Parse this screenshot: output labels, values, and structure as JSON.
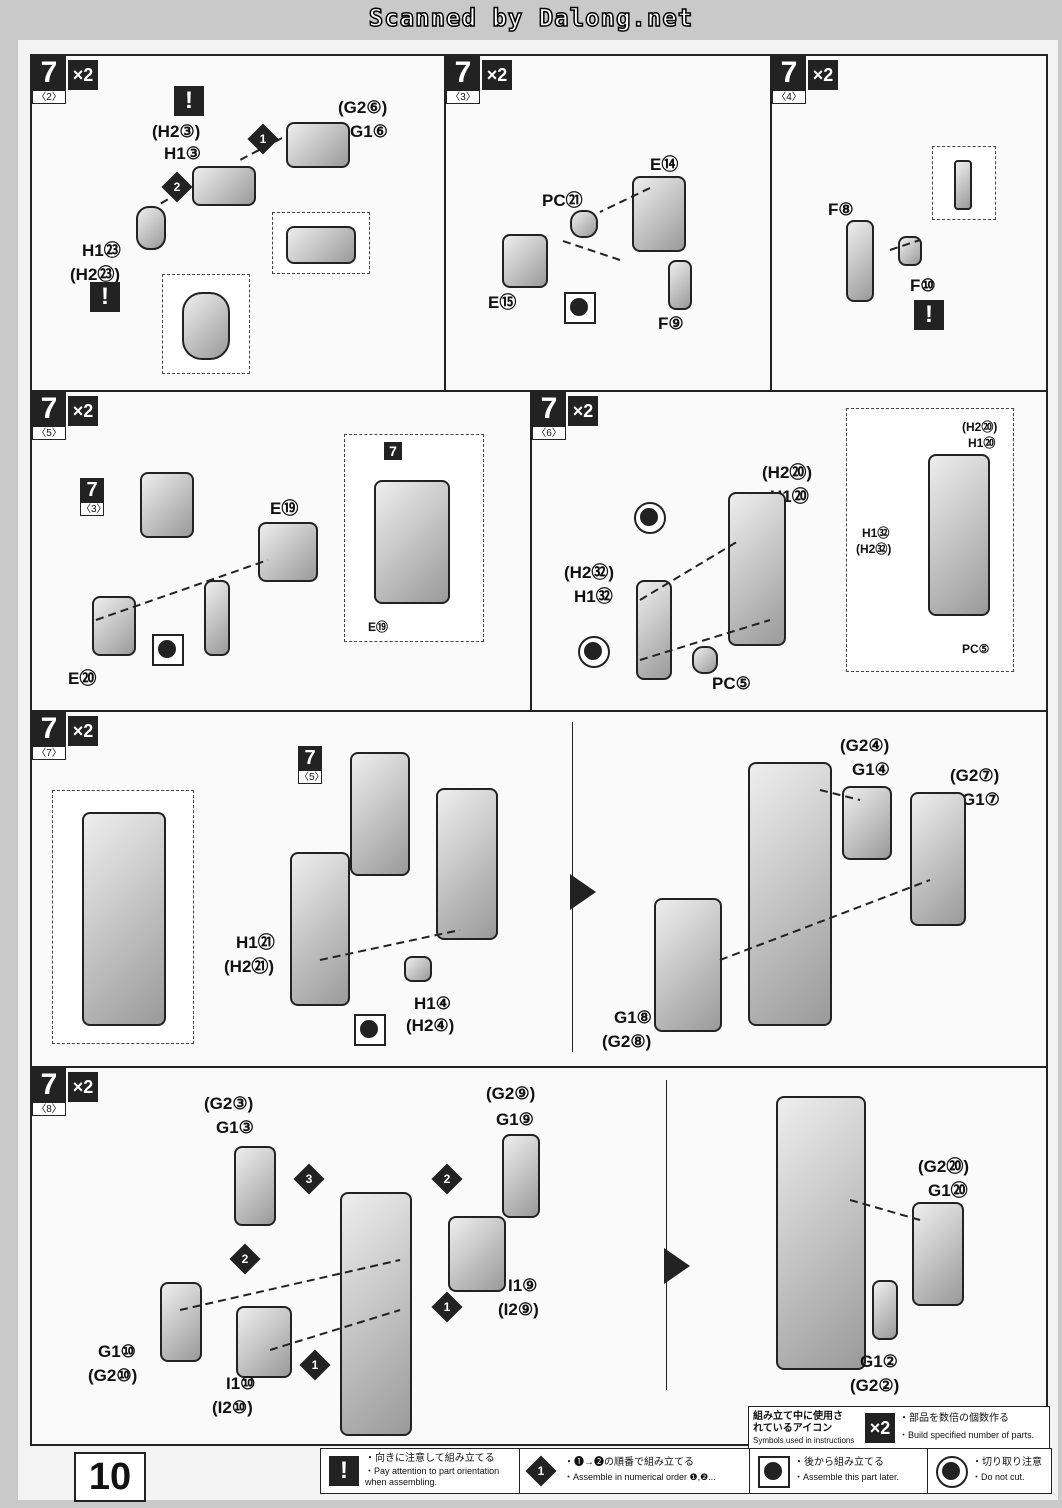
{
  "watermark": "Scanned by Dalong.net",
  "page_number": "10",
  "panels": {
    "p2": {
      "step": "7",
      "sub": "〈2〉",
      "mult": "×2",
      "labels": [
        "(G2⑥)",
        "G1⑥",
        "(H2③)",
        "H1③",
        "H1㉓",
        "(H2㉓)"
      ]
    },
    "p3": {
      "step": "7",
      "sub": "〈3〉",
      "mult": "×2",
      "labels": [
        "E⑭",
        "PC㉑",
        "E⑮",
        "F⑨"
      ]
    },
    "p4": {
      "step": "7",
      "sub": "〈4〉",
      "mult": "×2",
      "labels": [
        "F⑧",
        "F⑩"
      ]
    },
    "p5": {
      "step": "7",
      "sub": "〈5〉",
      "mult": "×2",
      "labels": [
        "E⑲",
        "E⑳",
        "E⑲"
      ],
      "ref": "7",
      "ref_sub": "〈3〉"
    },
    "p6": {
      "step": "7",
      "sub": "〈6〉",
      "mult": "×2",
      "labels": [
        "(H2⑳)",
        "H1⑳",
        "(H2㉜)",
        "H1㉜",
        "PC⑤",
        "(H2⑳)",
        "H1⑳",
        "H1㉜",
        "(H2㉜)",
        "PC⑤"
      ]
    },
    "p7": {
      "step": "7",
      "sub": "〈7〉",
      "mult": "×2",
      "ref": "7",
      "ref_sub": "〈5〉",
      "labels": [
        "H1㉑",
        "(H2㉑)",
        "H1④",
        "(H2④)",
        "(G2④)",
        "G1④",
        "(G2⑦)",
        "G1⑦",
        "G1⑧",
        "(G2⑧)"
      ]
    },
    "p8": {
      "step": "7",
      "sub": "〈8〉",
      "mult": "×2",
      "labels": [
        "(G2③)",
        "G1③",
        "(G2⑨)",
        "G1⑨",
        "G1⑩",
        "(G2⑩)",
        "I1⑩",
        "(I2⑩)",
        "I1⑨",
        "(I2⑨)",
        "(G2⑳)",
        "G1⑳",
        "G1②",
        "(G2②)"
      ]
    }
  },
  "icons": {
    "warn": "!",
    "seal": "seal-icon"
  },
  "legend": {
    "title_jp": "組み立て中に使用されているアイコン",
    "title_en": "Symbols used in instructions",
    "x2_jp": "・部品を数倍の個数作る",
    "x2_en": "・Build specified number of parts.",
    "warn_jp": "・向きに注意して組み立てる",
    "warn_en": "・Pay attention to part orientation when assembling.",
    "order_jp": "・❶→❷の順番で組み立てる",
    "order_en": "・Assemble in numerical order ❶,❷...",
    "later_jp": "・後から組み立てる",
    "later_en": "・Assemble this part later.",
    "nocut_jp": "・切り取り注意",
    "nocut_en": "・Do not cut."
  }
}
